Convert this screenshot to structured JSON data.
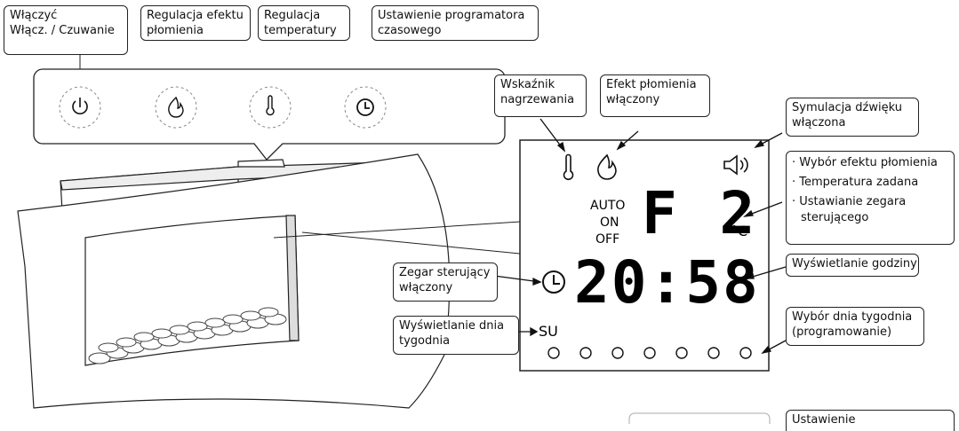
{
  "labels": {
    "power": "Włączyć\nWłącz. / Czuwanie",
    "flame_adjust": "Regulacja efektu\npłomienia",
    "temp_adjust": "Regulacja\ntemperatury",
    "timer_setting": "Ustawienie programatora\nczasowego",
    "heating_indicator": "Wskaźnik\nnagrzewania",
    "flame_on": "Efekt płomienia\nwłączony",
    "sound_sim": "Symulacja dźwięku\nwłączona",
    "clock_on": "Zegar sterujący\nwłączony",
    "day_display": "Wyświetlanie dnia\ntygodnia",
    "time_display": "Wyświetlanie godziny",
    "day_select": "Wybór dnia tygodnia\n(programowanie)",
    "bottom_partial": "Ustawienie"
  },
  "bullets": [
    "Wybór efektu płomienia",
    "Temperatura zadana",
    "Ustawianie zegara\nsterującego"
  ],
  "display": {
    "mode_auto": "AUTO",
    "mode_on": "ON",
    "mode_off": "OFF",
    "code": "F 2",
    "unit": "°C",
    "time": "20:58",
    "day": "SU"
  }
}
